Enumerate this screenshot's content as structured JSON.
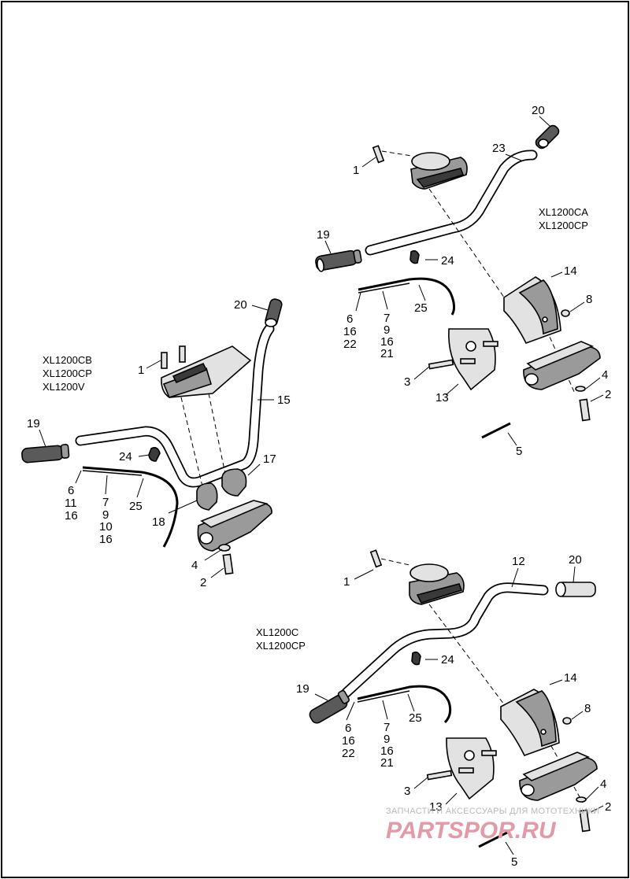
{
  "diagram": {
    "model_groups": [
      {
        "id": "top",
        "lines": [
          "XL1200CA",
          "XL1200CP"
        ]
      },
      {
        "id": "left",
        "lines": [
          "XL1200CB",
          "XL1200CP",
          "XL1200V"
        ]
      },
      {
        "id": "bottom",
        "lines": [
          "XL1200C",
          "XL1200CP"
        ]
      }
    ],
    "callouts": {
      "top": [
        {
          "id": "t20",
          "text": "20"
        },
        {
          "id": "t23",
          "text": "23"
        },
        {
          "id": "t1",
          "text": "1"
        },
        {
          "id": "t19",
          "text": "19"
        },
        {
          "id": "t24",
          "text": "24"
        },
        {
          "id": "t14",
          "text": "14"
        },
        {
          "id": "t8",
          "text": "8"
        },
        {
          "id": "t25",
          "text": "25"
        },
        {
          "id": "t6",
          "text": "6"
        },
        {
          "id": "t16a",
          "text": "16"
        },
        {
          "id": "t22",
          "text": "22"
        },
        {
          "id": "t7",
          "text": "7"
        },
        {
          "id": "t9",
          "text": "9"
        },
        {
          "id": "t16b",
          "text": "16"
        },
        {
          "id": "t21",
          "text": "21"
        },
        {
          "id": "t3",
          "text": "3"
        },
        {
          "id": "t13",
          "text": "13"
        },
        {
          "id": "t4",
          "text": "4"
        },
        {
          "id": "t2",
          "text": "2"
        },
        {
          "id": "t5",
          "text": "5"
        }
      ],
      "left": [
        {
          "id": "l20",
          "text": "20"
        },
        {
          "id": "l1",
          "text": "1"
        },
        {
          "id": "l15",
          "text": "15"
        },
        {
          "id": "l19",
          "text": "19"
        },
        {
          "id": "l24",
          "text": "24"
        },
        {
          "id": "l17",
          "text": "17"
        },
        {
          "id": "l6",
          "text": "6"
        },
        {
          "id": "l11",
          "text": "11"
        },
        {
          "id": "l16a",
          "text": "16"
        },
        {
          "id": "l7",
          "text": "7"
        },
        {
          "id": "l9",
          "text": "9"
        },
        {
          "id": "l10",
          "text": "10"
        },
        {
          "id": "l16b",
          "text": "16"
        },
        {
          "id": "l25",
          "text": "25"
        },
        {
          "id": "l18",
          "text": "18"
        },
        {
          "id": "l4",
          "text": "4"
        },
        {
          "id": "l2",
          "text": "2"
        }
      ],
      "bottom": [
        {
          "id": "b1",
          "text": "1"
        },
        {
          "id": "b12",
          "text": "12"
        },
        {
          "id": "b20",
          "text": "20"
        },
        {
          "id": "b24",
          "text": "24"
        },
        {
          "id": "b19",
          "text": "19"
        },
        {
          "id": "b14",
          "text": "14"
        },
        {
          "id": "b8",
          "text": "8"
        },
        {
          "id": "b25",
          "text": "25"
        },
        {
          "id": "b6",
          "text": "6"
        },
        {
          "id": "b16a",
          "text": "16"
        },
        {
          "id": "b22",
          "text": "22"
        },
        {
          "id": "b7",
          "text": "7"
        },
        {
          "id": "b9",
          "text": "9"
        },
        {
          "id": "b16b",
          "text": "16"
        },
        {
          "id": "b21",
          "text": "21"
        },
        {
          "id": "b3",
          "text": "3"
        },
        {
          "id": "b13",
          "text": "13"
        },
        {
          "id": "b4",
          "text": "4"
        },
        {
          "id": "b2",
          "text": "2"
        },
        {
          "id": "b5",
          "text": "5"
        }
      ]
    }
  },
  "watermark": {
    "tagline": "ЗАПЧАСТИ И АКСЕССУАРЫ ДЛЯ МОТОТЕХНИКИ",
    "logo_text": "PARTSPOR.RU",
    "color": "#e39aa6"
  }
}
